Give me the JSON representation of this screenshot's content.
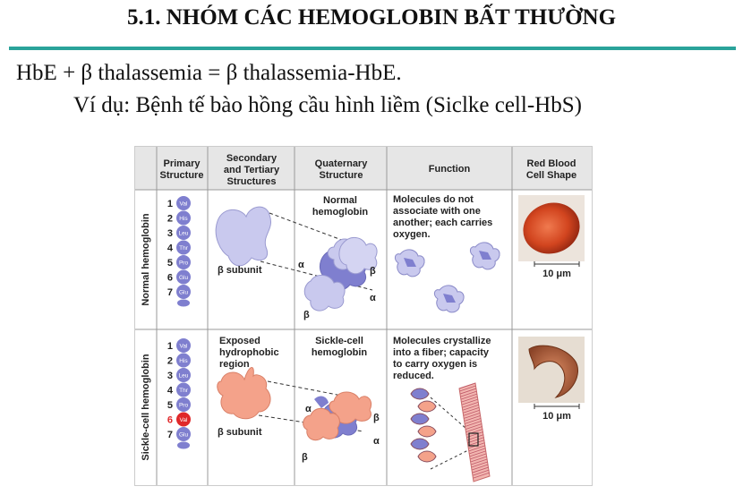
{
  "slide": {
    "title": "5.1. NHÓM CÁC HEMOGLOBIN BẤT THƯỜNG",
    "line1": "HbE + β thalassemia = β thalassemia-HbE.",
    "line2": "Ví dụ: Bệnh tế bào hồng cầu hình liềm (Siclke cell-HbS)"
  },
  "figure": {
    "headers": {
      "primary_1": "Primary",
      "primary_2": "Structure",
      "secondary_1": "Secondary",
      "secondary_2": "and Tertiary",
      "secondary_3": "Structures",
      "quaternary_1": "Quaternary",
      "quaternary_2": "Structure",
      "function": "Function",
      "rbc_1": "Red Blood",
      "rbc_2": "Cell Shape"
    },
    "rows": {
      "normal": {
        "label": "Normal hemoglobin",
        "sequence": [
          {
            "n": "1",
            "aa": "Val"
          },
          {
            "n": "2",
            "aa": "His"
          },
          {
            "n": "3",
            "aa": "Leu"
          },
          {
            "n": "4",
            "aa": "Thr"
          },
          {
            "n": "5",
            "aa": "Pro"
          },
          {
            "n": "6",
            "aa": "Glu"
          },
          {
            "n": "7",
            "aa": "Glu"
          }
        ],
        "beta_subunit": "β subunit",
        "quaternary_1": "Normal",
        "quaternary_2": "hemoglobin",
        "alpha": "α",
        "beta": "β",
        "function_1": "Molecules do not",
        "function_2": "associate with one",
        "function_3": "another; each carries",
        "function_4": "oxygen.",
        "scale": "10 μm"
      },
      "sickle": {
        "label": "Sickle-cell hemoglobin",
        "sequence": [
          {
            "n": "1",
            "aa": "Val"
          },
          {
            "n": "2",
            "aa": "His"
          },
          {
            "n": "3",
            "aa": "Leu"
          },
          {
            "n": "4",
            "aa": "Thr"
          },
          {
            "n": "5",
            "aa": "Pro"
          },
          {
            "n": "6",
            "aa": "Val"
          },
          {
            "n": "7",
            "aa": "Glu"
          }
        ],
        "secondary_1": "Exposed",
        "secondary_2": "hydrophobic",
        "secondary_3": "region",
        "beta_subunit": "β subunit",
        "quaternary_1": "Sickle-cell",
        "quaternary_2": "hemoglobin",
        "alpha": "α",
        "beta": "β",
        "function_1": "Molecules crystallize",
        "function_2": "into a fiber; capacity",
        "function_3": "to carry oxygen is",
        "function_4": "reduced.",
        "scale": "10 μm"
      }
    },
    "colors": {
      "bead_normal": "#7f7fcf",
      "bead_mutant": "#e0282a",
      "normal_protein": "#c9c9ee",
      "sickle_protein": "#f4a28a",
      "header_bg": "#e6e6e6",
      "normal_cell": "#d2451f",
      "sickle_cell": "#b8623e"
    }
  }
}
